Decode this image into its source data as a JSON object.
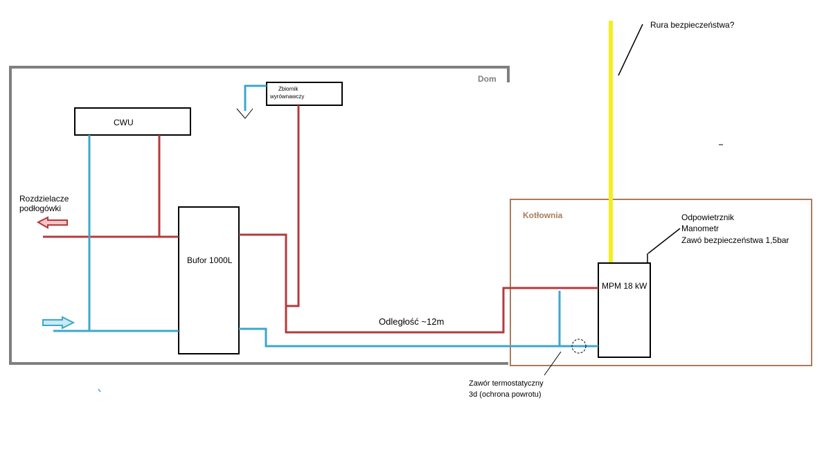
{
  "labels": {
    "dom": "Dom",
    "kotlownia": "Kotłownia",
    "cwu": "CWU",
    "zbiornik_line1": "Zbiornik",
    "zbiornik_line2": "wyrównawczy",
    "bufor": "Bufor 1000L",
    "mpm": "MPM 18 kW",
    "rozdzielacze_line1": "Rozdzielacze",
    "rozdzielacze_line2": "podłogówki",
    "odleglosc": "Odległość ~12m",
    "rura": "Rura bezpieczeństwa?",
    "odpowietrznik": "Odpowietrznik",
    "manometr": "Manometr",
    "zawor_bezp": "Zawó bezpieczeństwa 1,5bar",
    "zawor_termo_line1": "Zawór termostatyczny",
    "zawor_termo_line2": "3d (ochrona powrotu)"
  },
  "colors": {
    "supply_pipe": "#b5393d",
    "return_pipe": "#3ba7cc",
    "dom_wall": "#7f7f7f",
    "kotlownia_wall": "#a97c5a",
    "safety_pipe": "#f5ee1e"
  }
}
